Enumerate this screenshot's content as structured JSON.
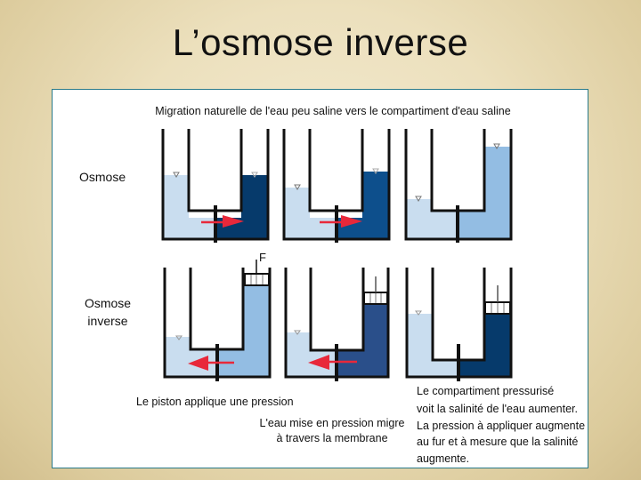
{
  "slide": {
    "title": "L’osmose inverse"
  },
  "diagram": {
    "heading": "Migration naturelle de l'eau peu saline vers le compartiment d'eau saline",
    "row_labels": {
      "osmose": "Osmose",
      "osmose_inverse_line1": "Osmose",
      "osmose_inverse_line2": "inverse"
    },
    "force_label": "F",
    "captions": {
      "piston": "Le piston applique une pression",
      "migre_line1": "L'eau mise en pression migre",
      "migre_line2": "à travers la membrane",
      "compartiment_line1": "Le compartiment pressurisé",
      "compartiment_line2": "voit la salinité de l'eau aumenter.",
      "compartiment_line3": "La pression à appliquer augmente",
      "compartiment_line4": "au fur et à mesure que la salinité",
      "compartiment_line5": "augmente."
    },
    "colors": {
      "fresh_water": "#c9ddef",
      "salt_water_dark": "#063a6b",
      "salt_water_medium": "#0d4f8c",
      "mixed_water": "#93bde3",
      "pressurized_medium": "#2a4f8a",
      "arrow": "#e8283a",
      "frame_border": "#2a7a8a"
    }
  }
}
